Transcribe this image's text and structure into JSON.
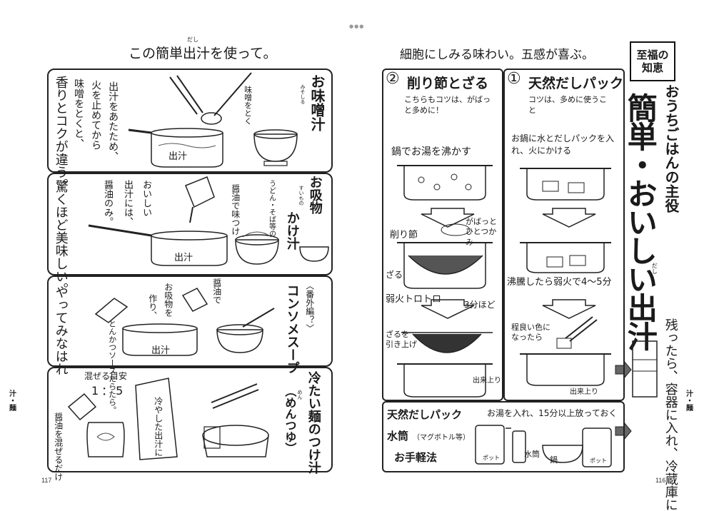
{
  "header_dots": "●●●",
  "left": {
    "title": "この簡単出汁を使って。",
    "title_ruby": "だし",
    "page_number": "117",
    "side_tab": "汁・麺",
    "panels": [
      {
        "heading": "お味噌汁",
        "ruby": "みそしる",
        "tagline": "香りとコクが違う。",
        "steps": [
          "出汁をあたため、",
          "火を止めてから",
          "味噌をとくと、"
        ],
        "note": "味噌をとく",
        "pot_label": "出汁"
      },
      {
        "heading": "お吸物",
        "ruby": "すいもの",
        "subheading": "かけ汁",
        "sub_note": "うどん・そば等の",
        "tagline": "驚くほど美味しい。",
        "steps": [
          "おいしい",
          "出汁には、",
          "醤油のみ。"
        ],
        "note": "醤油で味つけ",
        "pot_label": "出汁"
      },
      {
        "heading": "コンソメスープ",
        "extra": "〈番外編？〉",
        "tagline": "やってみなはれ",
        "steps": [
          "お吸物を",
          "作り、"
        ],
        "note": "醤油で",
        "side_note": "とんかつソースたらたら。",
        "pot_label": "出汁"
      },
      {
        "heading": "冷たい麺のつけ汁",
        "ruby": "めん",
        "subheading": "（めんつゆ）",
        "ratio_label": "混ぜる目安",
        "ratio": "1：5",
        "left_note": "醤油を混ぜるだけ",
        "mid_note": "冷やした出汁に"
      }
    ]
  },
  "right": {
    "title": "細胞にしみる味わい。五感が喜ぶ。",
    "page_number": "116",
    "side_tab": "汁・麺",
    "badge": "至福の知恵",
    "main_title_small": "おうちごはんの主役",
    "main_title": "簡単・おいしい出汁",
    "main_title_ruby": "だし",
    "storage_note": "残ったら、容器に入れ、冷蔵庫に",
    "column2": {
      "number": "②",
      "title": "削り節とざる",
      "tip": "こちらもコツは、がばっと多めに！",
      "step1": "鍋でお湯を沸かす",
      "step2_label": "削り節",
      "step2_note": "がばっとひとつかみ",
      "zaru": "ざる",
      "step3": "弱火トロトロ",
      "step3_time": "3分ほど",
      "step4a": "ざるを",
      "step4b": "引き上げ",
      "done": "出来上り"
    },
    "column1": {
      "number": "①",
      "title": "天然だしパック",
      "tip": "コツは、多めに使うこと",
      "step1": "お鍋に水とだしパックを入れ、火にかける",
      "step2": "沸騰したら弱火で4〜5分",
      "step3": "程良い色になったら",
      "done": "出来上り"
    },
    "bottom": {
      "line1": "天然だしパック",
      "line2": "水筒",
      "line2_note": "（マグボトル等）",
      "line3": "お手軽法",
      "instruction": "お湯を入れ、15分以上放っておく",
      "pot_label": "ポット",
      "bottle_label": "水筒",
      "nabe_label": "鍋"
    }
  }
}
